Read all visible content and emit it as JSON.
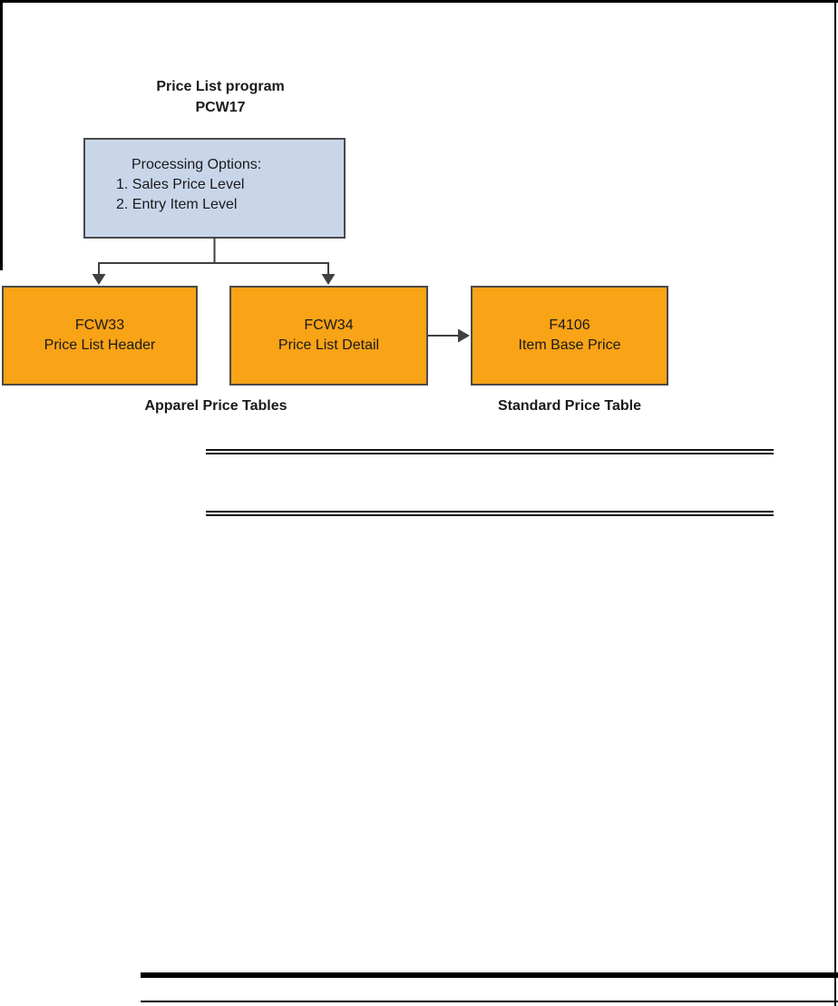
{
  "page": {
    "background": "#ffffff",
    "border_color": "#000000"
  },
  "diagram": {
    "title": "Price List program",
    "subtitle": "PCW17",
    "processing_box": {
      "heading": "Processing Options:",
      "items": [
        "1. Sales Price Level",
        "2. Entry Item Level"
      ],
      "fill": "#c9d6ea",
      "border_color": "#4a4a4a"
    },
    "tables": [
      {
        "code": "FCW33",
        "name": "Price List Header"
      },
      {
        "code": "FCW34",
        "name": "Price List Detail"
      },
      {
        "code": "F4106",
        "name": "Item Base Price"
      }
    ],
    "table_fill": "#f9a316",
    "line_color": "#404040",
    "group_labels": {
      "apparel": "Apparel Price Tables",
      "standard": "Standard Price Table"
    }
  }
}
